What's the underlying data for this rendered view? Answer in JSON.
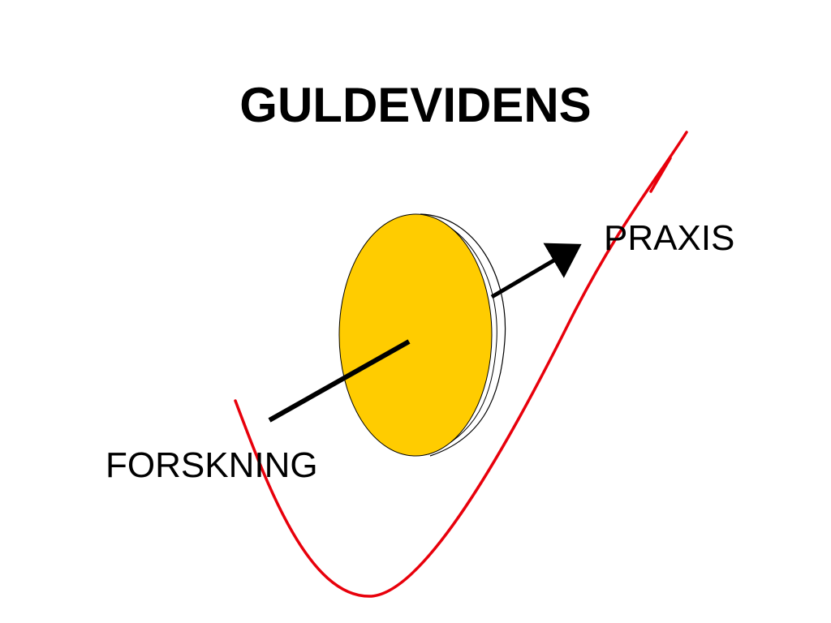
{
  "slide": {
    "title": "GULDEVIDENS",
    "labels": {
      "praxis": "PRAXIS",
      "forskning": "FORSKNING"
    }
  },
  "colors": {
    "coin_fill": "#FFCC00",
    "check_stroke": "#E8000B",
    "arrow_stroke": "#000000",
    "text": "#000000"
  },
  "icons": {
    "coin": "gold-coin-icon",
    "checkmark": "checkmark-icon",
    "arrow": "arrow-icon"
  }
}
